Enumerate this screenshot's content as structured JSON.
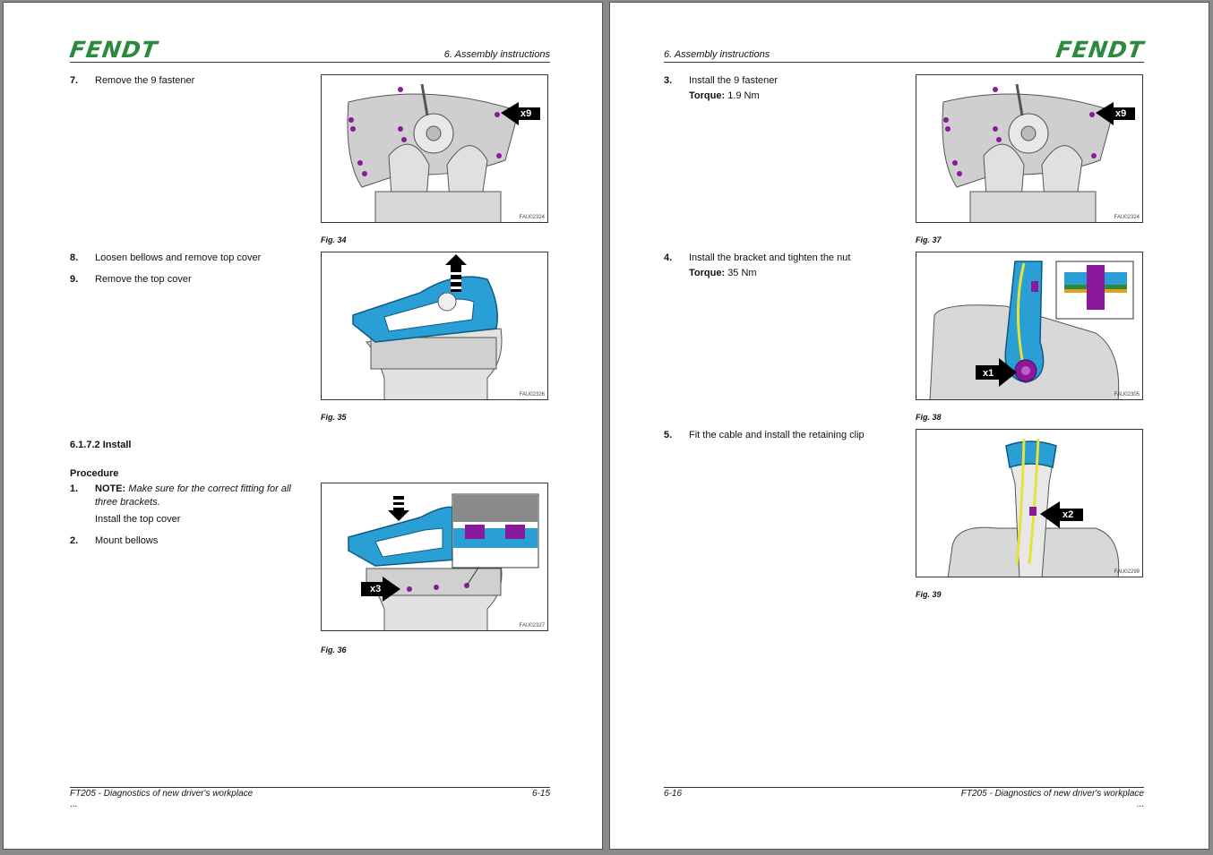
{
  "brand": "FENDT",
  "colors": {
    "brand_green": "#2b8a3e",
    "part_blue": "#2a9fd6",
    "fastener_purple": "#8a1a9b",
    "cable_yellow": "#e6e23a"
  },
  "left": {
    "header": "6. Assembly instructions",
    "steps": [
      {
        "num": "7.",
        "text": "Remove the 9 fastener"
      },
      {
        "num": "8.",
        "text": "Loosen bellows and remove top cover"
      },
      {
        "num": "9.",
        "text": "Remove the top cover"
      }
    ],
    "section": "6.1.7.2  Install",
    "procedure": "Procedure",
    "proc_steps": [
      {
        "num": "1.",
        "note_label": "NOTE:",
        "note_text": "Make sure for the correct fitting for all three brackets.",
        "text": "Install the top cover"
      },
      {
        "num": "2.",
        "text": "Mount bellows"
      }
    ],
    "figures": [
      {
        "caption": "Fig. 34",
        "code": "FAU02324",
        "callout": "x9"
      },
      {
        "caption": "Fig. 35",
        "code": "FAU02326"
      },
      {
        "caption": "Fig. 36",
        "code": "FAU02327",
        "callout": "x3"
      }
    ],
    "footer_left": "FT205 - Diagnostics of new driver's workplace",
    "footer_right": "6-15",
    "footer_dots": "..."
  },
  "right": {
    "header": "6. Assembly instructions",
    "steps": [
      {
        "num": "3.",
        "text": "Install the 9 fastener",
        "torque_label": "Torque:",
        "torque_value": "1.9 Nm"
      },
      {
        "num": "4.",
        "text": "Install the bracket and tighten the nut",
        "torque_label": "Torque:",
        "torque_value": "35 Nm"
      },
      {
        "num": "5.",
        "text": "Fit the cable and install the retaining clip"
      }
    ],
    "figures": [
      {
        "caption": "Fig. 37",
        "code": "FAU02324",
        "callout": "x9"
      },
      {
        "caption": "Fig. 38",
        "code": "FAU02305",
        "callout": "x1"
      },
      {
        "caption": "Fig. 39",
        "code": "FAU02299",
        "callout": "x2"
      }
    ],
    "footer_left": "6-16",
    "footer_right": "FT205 - Diagnostics of new driver's workplace",
    "footer_dots": "..."
  }
}
